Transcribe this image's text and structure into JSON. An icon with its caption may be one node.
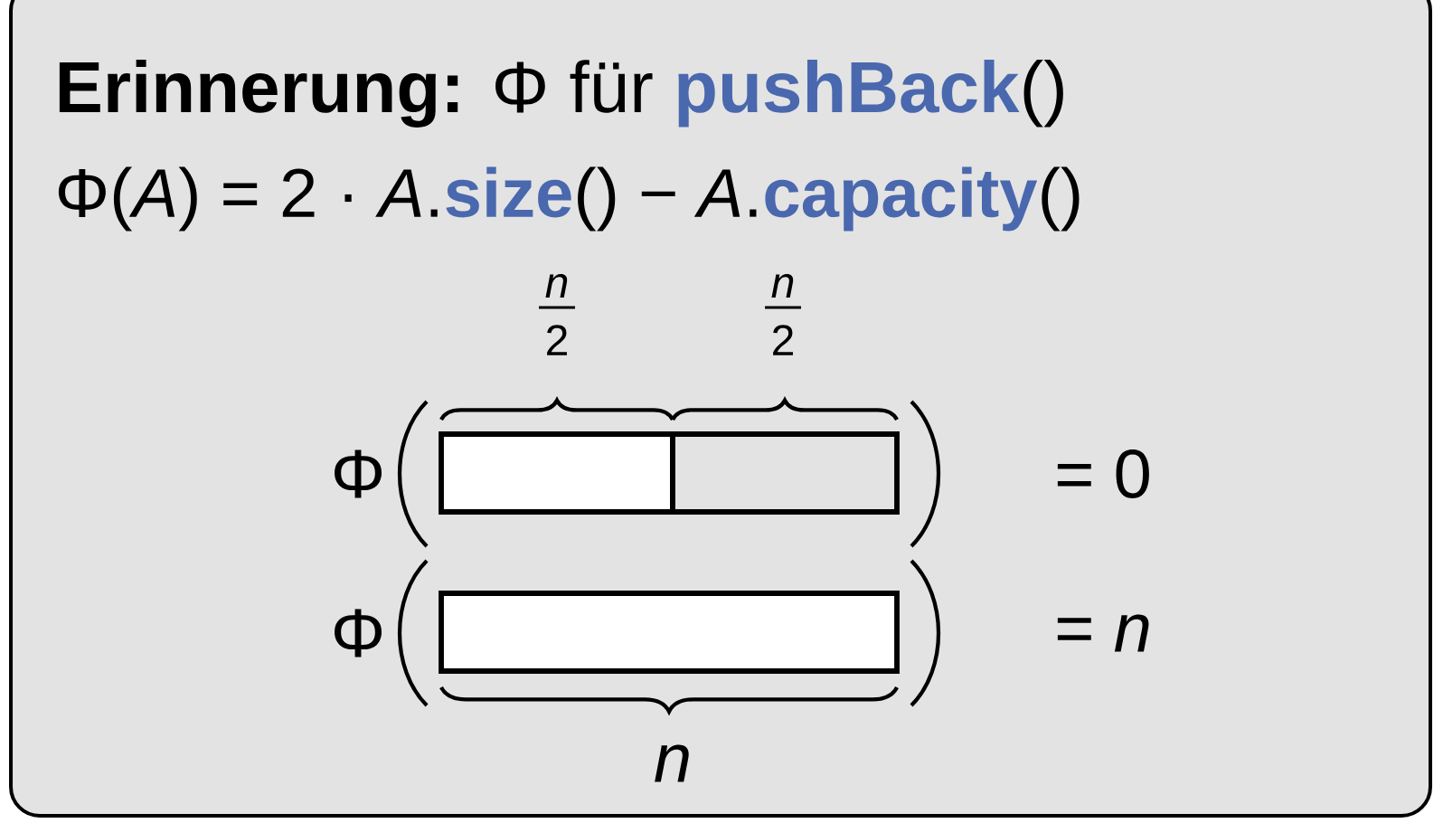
{
  "diagram": {
    "title": "**Erinnerung:** Φ für **pushBack**()",
    "labels": [
      "Φ(*A*) = 2 · *A*.**size**() − *A*.**capacity**()",
      "*n*",
      "*n*",
      "2",
      "2",
      "Φ",
      "= 0",
      "Φ",
      "= *n*",
      "*n*"
    ]
  }
}
